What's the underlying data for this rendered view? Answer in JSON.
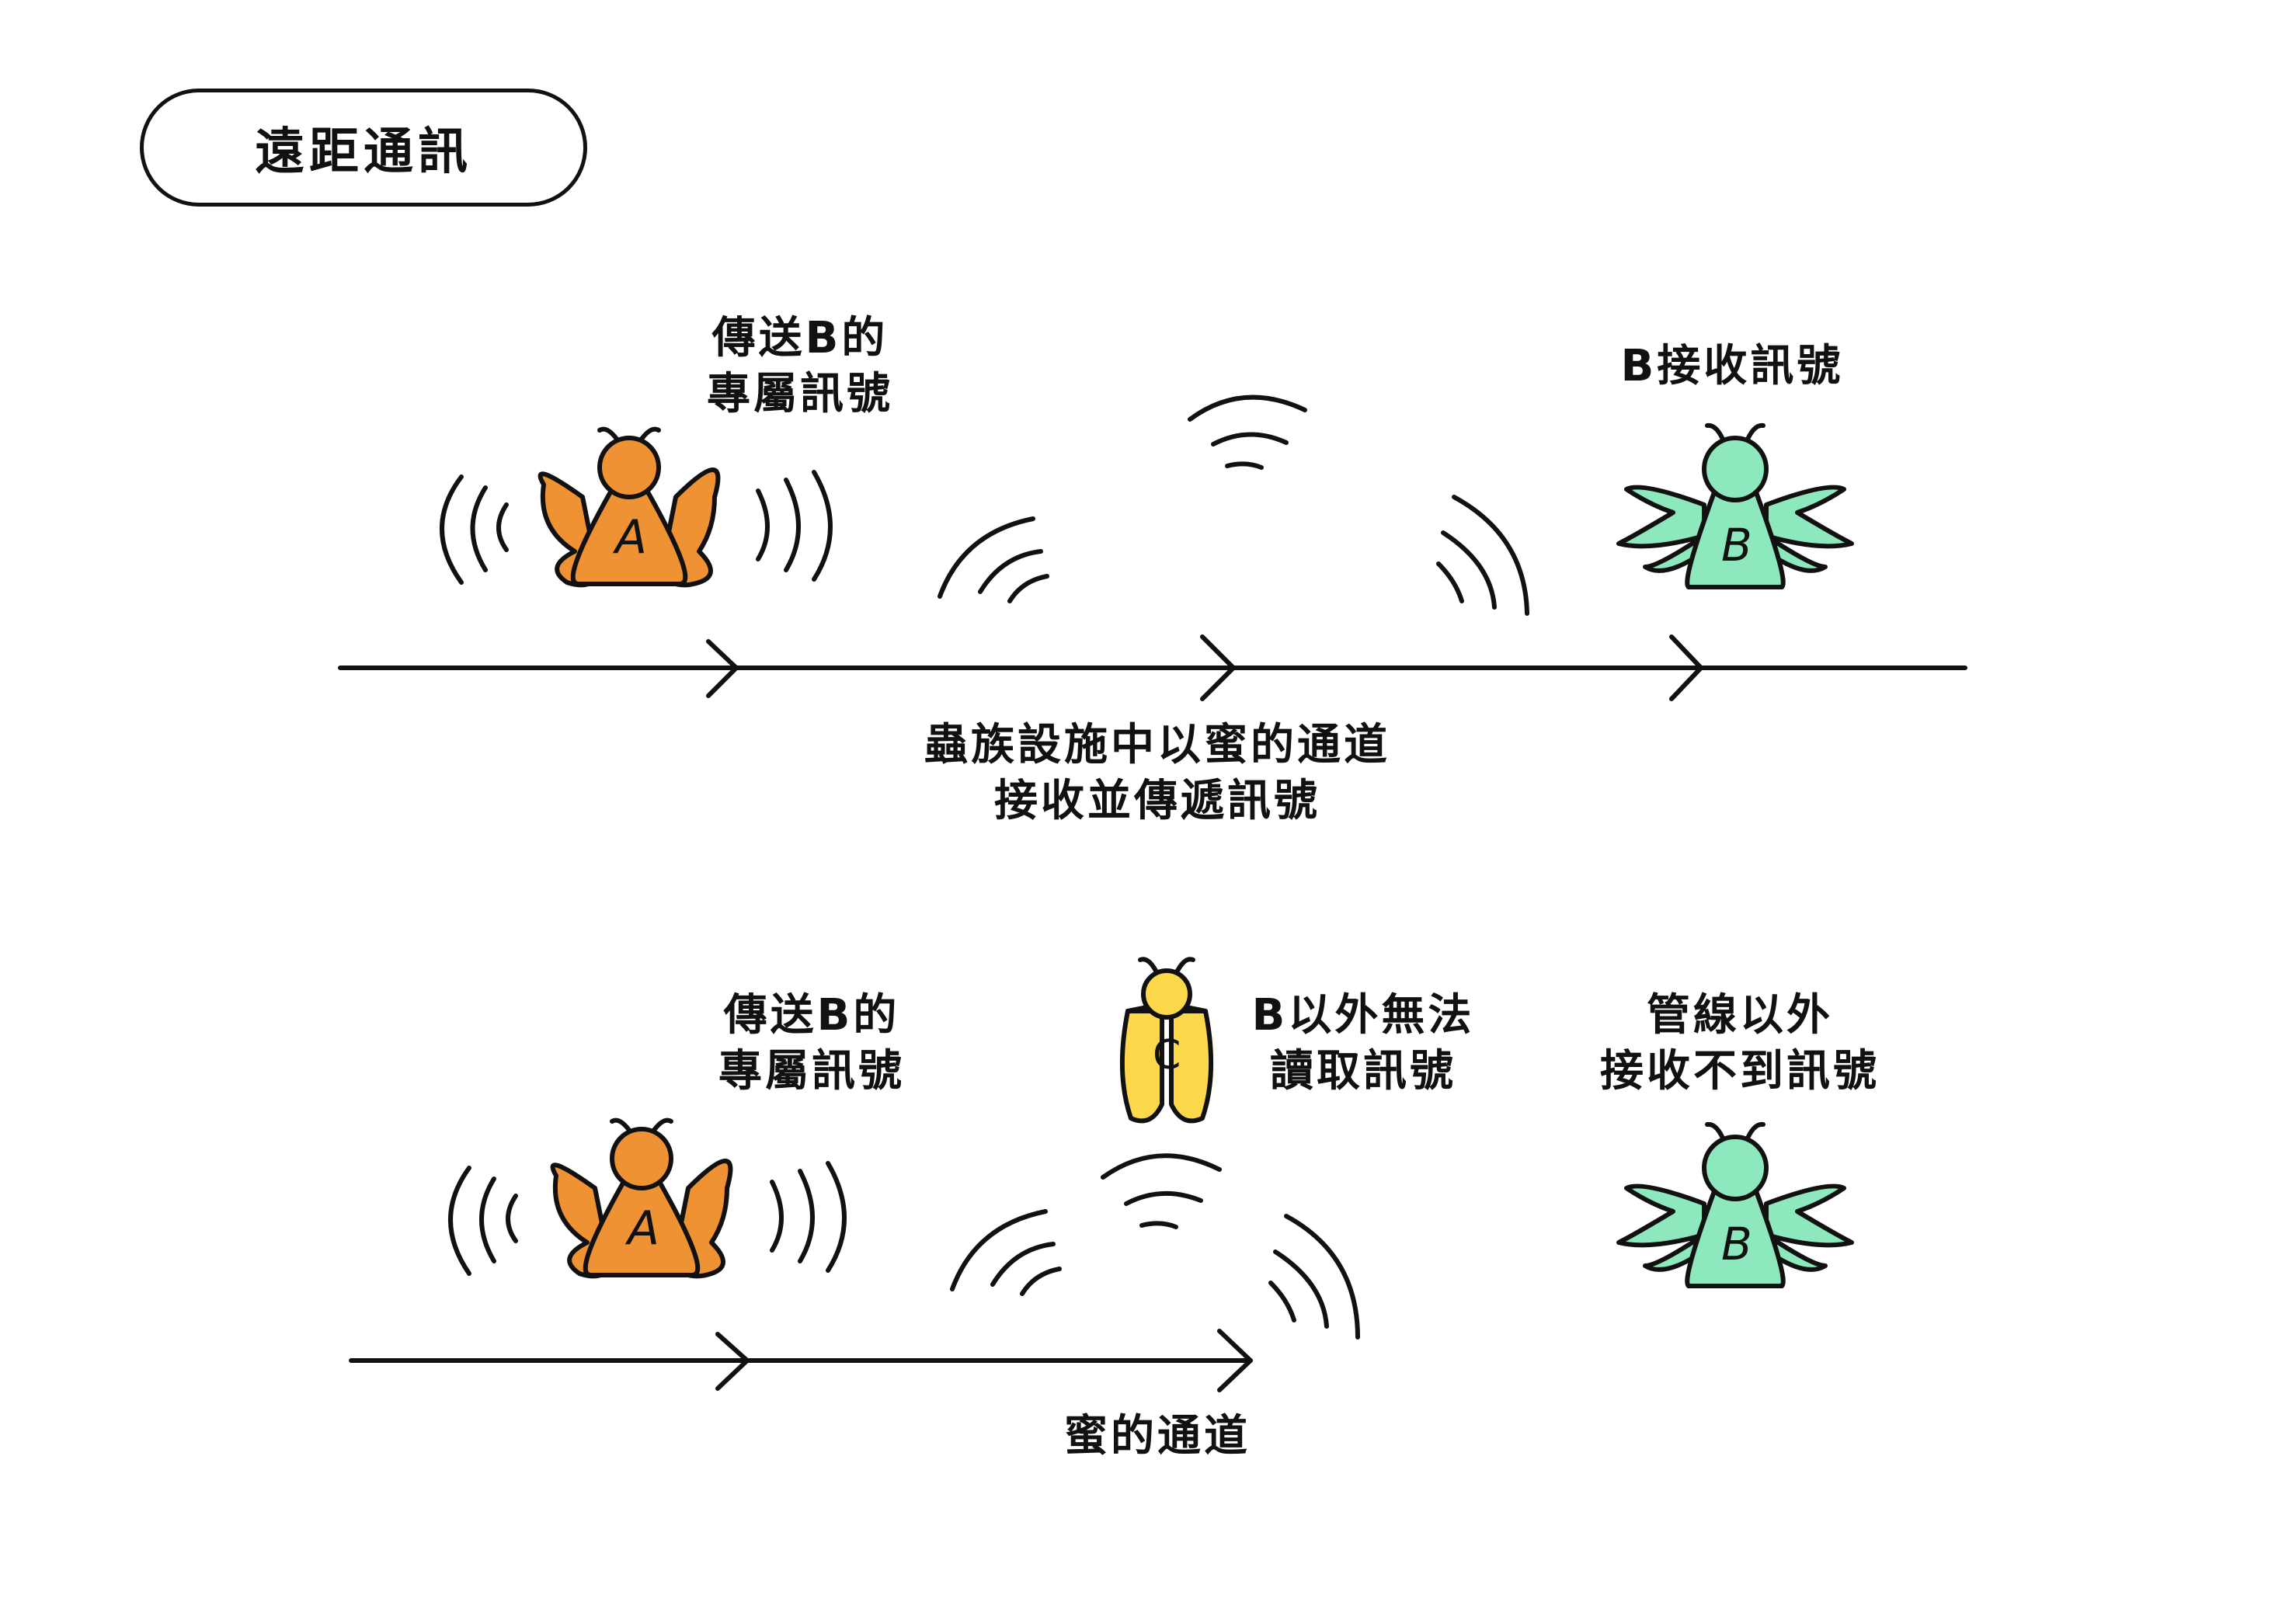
{
  "title": "遠距通訊",
  "colors": {
    "sender": "#ee9233",
    "receiver": "#8de8bd",
    "eavesdropper": "#fdd84a",
    "ink": "#111111"
  },
  "panel_top": {
    "sender_caption": "傳送B的\n專屬訊號",
    "receiver_caption": "B接收訊號",
    "channel_caption": "蟲族設施中以蜜的通道\n接收並傳遞訊號",
    "sender_letter": "A",
    "receiver_letter": "B"
  },
  "panel_bottom": {
    "sender_caption": "傳送B的\n專屬訊號",
    "eavesdropper_caption": "B以外無法\n讀取訊號",
    "outsider_caption": "管線以外\n接收不到訊號",
    "channel_caption": "蜜的通道",
    "sender_letter": "A",
    "eavesdropper_letter": "C",
    "receiver_letter": "B"
  }
}
